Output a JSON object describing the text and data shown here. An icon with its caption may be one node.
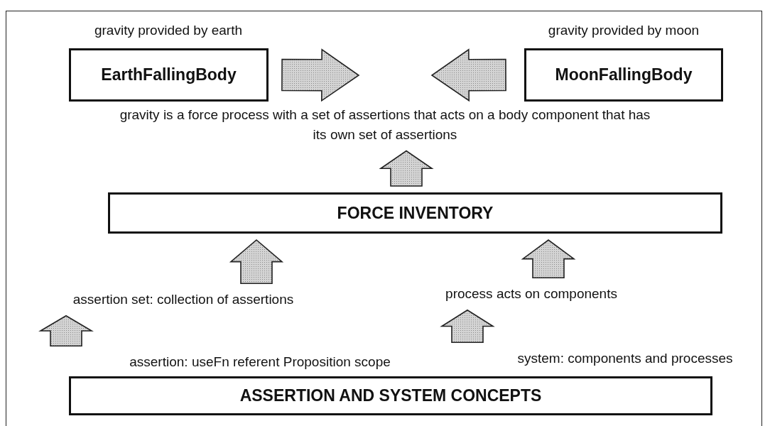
{
  "diagram": {
    "nodes": [
      {
        "text": [
          "EarthFallingBody"
        ],
        "beside": [
          "gravity provided by earth"
        ]
      },
      {
        "text": [
          "MoonFallingBody"
        ],
        "beside": [
          "gravity provided by moon"
        ]
      },
      {
        "text": [
          "gravity is a force process with a set of assertions that acts on a body component that has its own set of assertions"
        ]
      },
      {
        "text": [
          "FORCE INVENTORY"
        ]
      },
      {
        "text": [
          "assertion set: collection of assertions"
        ]
      },
      {
        "text": [
          "process acts on components"
        ]
      },
      {
        "text": [
          "assertion: useFn referent Proposition scope"
        ]
      },
      {
        "text": [
          "system: components and processes"
        ]
      },
      {
        "text": [
          "ASSERTION AND SYSTEM CONCEPTS"
        ]
      }
    ],
    "edges": [
      {
        "from": 0,
        "to": null,
        "arrow": "to"
      },
      {
        "from": 1,
        "to": null,
        "arrow": "to"
      },
      {
        "from": 3,
        "to": 2,
        "arrow": "to"
      },
      {
        "from": 4,
        "to": 3,
        "arrow": "to"
      },
      {
        "from": 5,
        "to": 3,
        "arrow": "to"
      },
      {
        "from": 6,
        "to": 4,
        "arrow": "to"
      },
      {
        "from": 7,
        "to": 5,
        "arrow": "to"
      }
    ]
  }
}
